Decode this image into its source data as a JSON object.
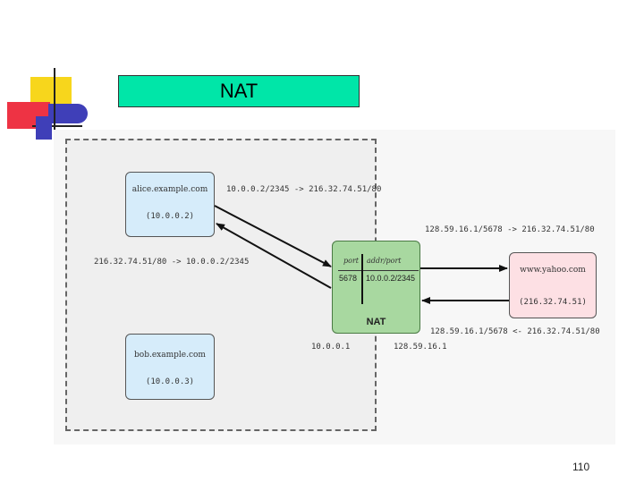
{
  "slide": {
    "title": "NAT",
    "page_number": "110"
  },
  "diagram": {
    "alice": {
      "name": "alice.example.com",
      "ip": "(10.0.0.2)"
    },
    "bob": {
      "name": "bob.example.com",
      "ip": "(10.0.0.3)"
    },
    "yahoo": {
      "name": "www.yahoo.com",
      "ip": "(216.32.74.51)"
    },
    "nat": {
      "label": "NAT",
      "col1_header": "port",
      "col2_header": "addr/port",
      "row_port": "5678",
      "row_addr": "10.0.0.2/2345",
      "inside_ip": "10.0.0.1",
      "outside_ip": "128.59.16.1"
    },
    "flows": {
      "alice_out": "10.0.0.2/2345 -> 216.32.74.51/80",
      "alice_in": "216.32.74.51/80 -> 10.0.0.2/2345",
      "yahoo_out": "128.59.16.1/5678 -> 216.32.74.51/80",
      "yahoo_in": "128.59.16.1/5678 <- 216.32.74.51/80"
    }
  },
  "colors": {
    "title_bg": "#00e6a8",
    "lan_host_bg": "#d6ecfa",
    "remote_host_bg": "#fde0e4",
    "nat_bg": "#a8d8a0"
  }
}
